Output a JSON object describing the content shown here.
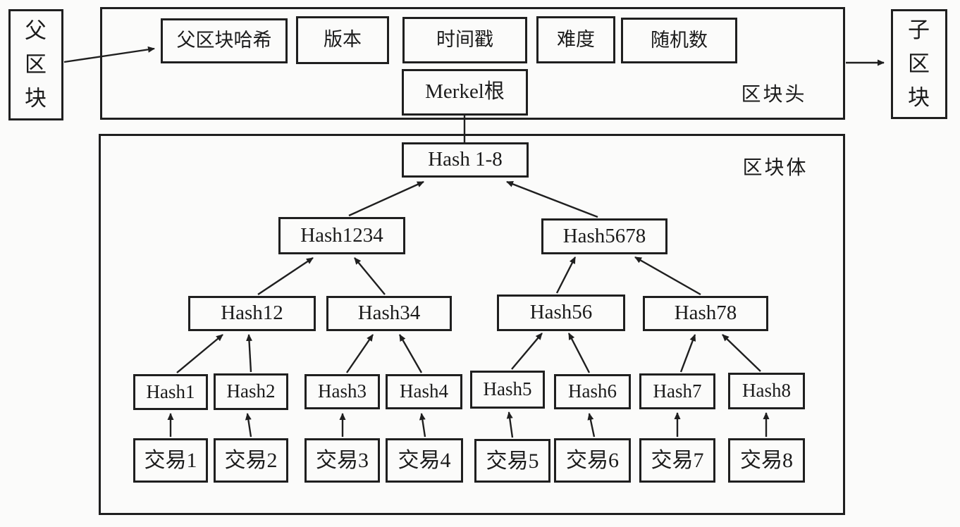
{
  "diagram": {
    "title_colors": {
      "line": "#1f1f1f",
      "background": "#fbfbfa"
    },
    "parent_block": "父区块",
    "child_block": "子区块",
    "header": {
      "label": "区块头",
      "fields": [
        "父区块哈希",
        "版本",
        "时间戳",
        "难度",
        "随机数"
      ],
      "merkle_root": "Merkel根"
    },
    "body": {
      "label": "区块体",
      "tree": {
        "root": "Hash 1-8",
        "level2": [
          "Hash1234",
          "Hash5678"
        ],
        "level3": [
          "Hash12",
          "Hash34",
          "Hash56",
          "Hash78"
        ],
        "leaves": [
          "Hash1",
          "Hash2",
          "Hash3",
          "Hash4",
          "Hash5",
          "Hash6",
          "Hash7",
          "Hash8"
        ],
        "transactions": [
          "交易1",
          "交易2",
          "交易3",
          "交易4",
          "交易5",
          "交易6",
          "交易7",
          "交易8"
        ]
      }
    }
  }
}
